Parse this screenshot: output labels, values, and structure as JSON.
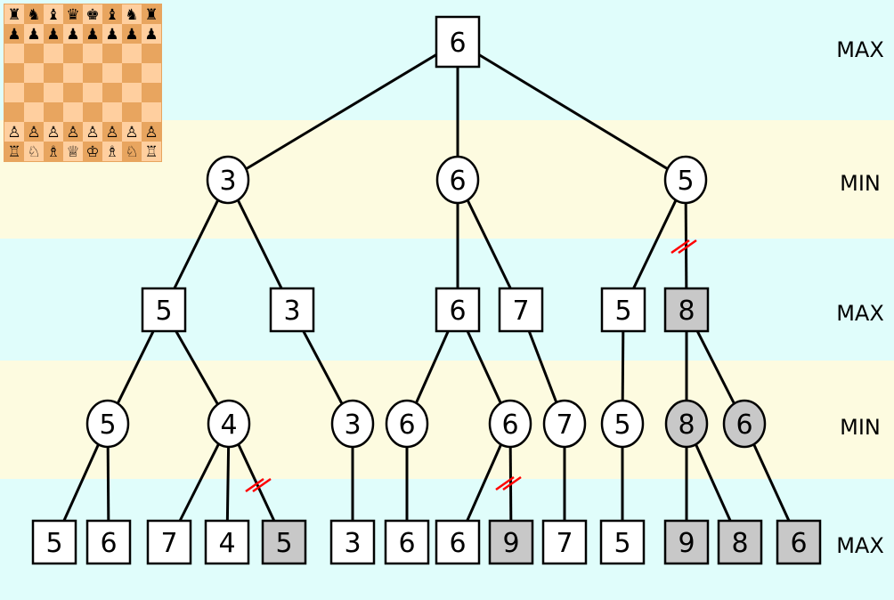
{
  "levels": [
    "MAX",
    "MIN",
    "MAX",
    "MIN",
    "MAX"
  ],
  "colors": {
    "band_max": "#e0fdfb",
    "band_min": "#fdfbe0",
    "node_fill": "#ffffff",
    "pruned_fill": "#c8c8c8",
    "edge": "#000000",
    "cut_mark": "#ff0000",
    "board_light": "#ffcf9f",
    "board_dark": "#e8a55f"
  },
  "tree": {
    "root": {
      "value": "6",
      "shape": "square",
      "pruned": false
    },
    "level1": [
      {
        "value": "3",
        "shape": "circle",
        "pruned": false
      },
      {
        "value": "6",
        "shape": "circle",
        "pruned": false
      },
      {
        "value": "5",
        "shape": "circle",
        "pruned": false
      }
    ],
    "level2": [
      {
        "value": "5",
        "shape": "square",
        "pruned": false
      },
      {
        "value": "3",
        "shape": "square",
        "pruned": false
      },
      {
        "value": "6",
        "shape": "square",
        "pruned": false
      },
      {
        "value": "7",
        "shape": "square",
        "pruned": false
      },
      {
        "value": "5",
        "shape": "square",
        "pruned": false
      },
      {
        "value": "8",
        "shape": "square",
        "pruned": true
      }
    ],
    "level3": [
      {
        "value": "5",
        "shape": "circle",
        "pruned": false
      },
      {
        "value": "4",
        "shape": "circle",
        "pruned": false
      },
      {
        "value": "3",
        "shape": "circle",
        "pruned": false
      },
      {
        "value": "6",
        "shape": "circle",
        "pruned": false
      },
      {
        "value": "6",
        "shape": "circle",
        "pruned": false
      },
      {
        "value": "7",
        "shape": "circle",
        "pruned": false
      },
      {
        "value": "5",
        "shape": "circle",
        "pruned": false
      },
      {
        "value": "8",
        "shape": "circle",
        "pruned": true
      },
      {
        "value": "6",
        "shape": "circle",
        "pruned": true
      }
    ],
    "level4": [
      {
        "value": "5",
        "shape": "square",
        "pruned": false
      },
      {
        "value": "6",
        "shape": "square",
        "pruned": false
      },
      {
        "value": "7",
        "shape": "square",
        "pruned": false
      },
      {
        "value": "4",
        "shape": "square",
        "pruned": false
      },
      {
        "value": "5",
        "shape": "square",
        "pruned": true
      },
      {
        "value": "3",
        "shape": "square",
        "pruned": false
      },
      {
        "value": "6",
        "shape": "square",
        "pruned": false
      },
      {
        "value": "6",
        "shape": "square",
        "pruned": false
      },
      {
        "value": "9",
        "shape": "square",
        "pruned": true
      },
      {
        "value": "7",
        "shape": "square",
        "pruned": false
      },
      {
        "value": "5",
        "shape": "square",
        "pruned": false
      },
      {
        "value": "9",
        "shape": "square",
        "pruned": true
      },
      {
        "value": "8",
        "shape": "square",
        "pruned": true
      },
      {
        "value": "6",
        "shape": "square",
        "pruned": true
      }
    ]
  },
  "chessboard": {
    "black_back_rank": [
      "♜",
      "♞",
      "♝",
      "♛",
      "♚",
      "♝",
      "♞",
      "♜"
    ],
    "black_pawns": [
      "♟",
      "♟",
      "♟",
      "♟",
      "♟",
      "♟",
      "♟",
      "♟"
    ],
    "white_pawns": [
      "♙",
      "♙",
      "♙",
      "♙",
      "♙",
      "♙",
      "♙",
      "♙"
    ],
    "white_back_rank": [
      "♖",
      "♘",
      "♗",
      "♕",
      "♔",
      "♗",
      "♘",
      "♖"
    ]
  }
}
